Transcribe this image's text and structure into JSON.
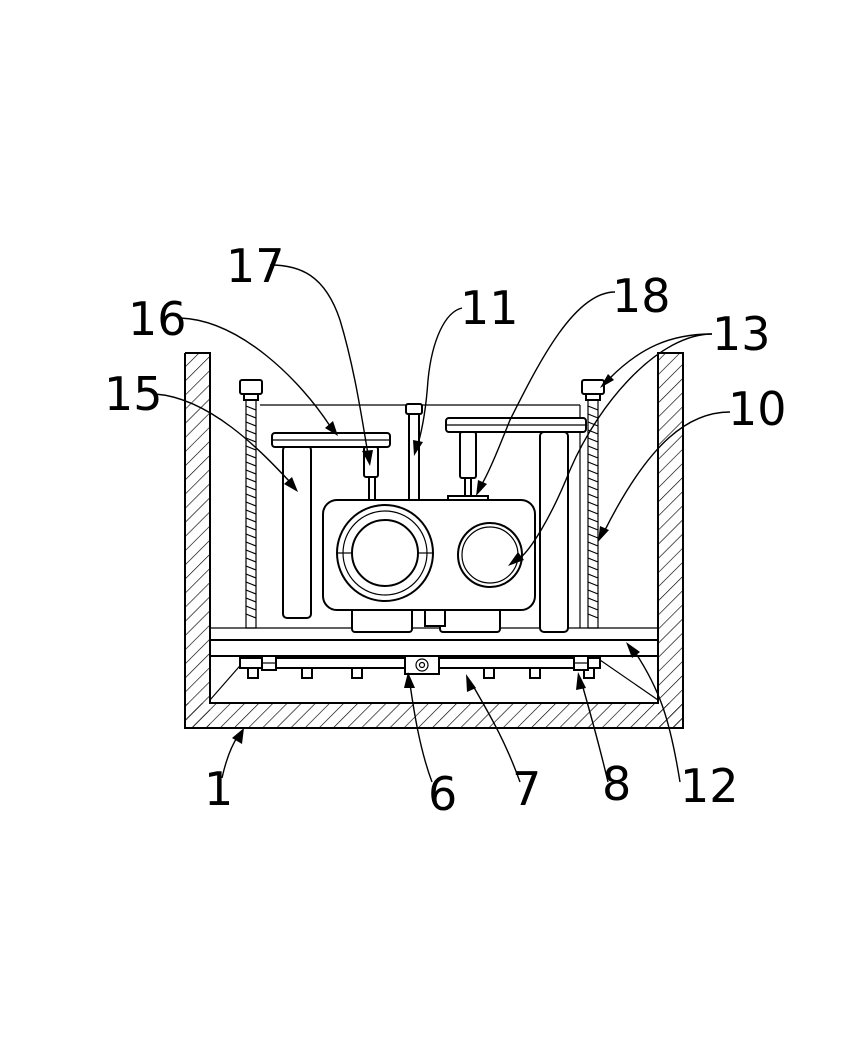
{
  "labels": {
    "l1": "1",
    "l6": "6",
    "l7": "7",
    "l8": "8",
    "l10": "10",
    "l11": "11",
    "l12": "12",
    "l13": "13",
    "l15": "15",
    "l16": "16",
    "l17": "17",
    "l18": "18"
  }
}
